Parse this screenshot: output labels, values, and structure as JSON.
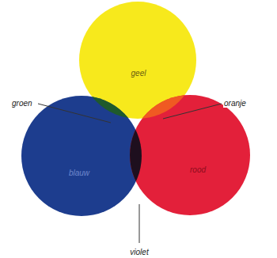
{
  "diagram": {
    "nodes": [
      {
        "text": [
          "geel"
        ]
      },
      {
        "text": [
          "blauw"
        ]
      },
      {
        "text": [
          "rood"
        ]
      }
    ],
    "labels": [
      "groen",
      "oranje",
      "violet"
    ]
  }
}
